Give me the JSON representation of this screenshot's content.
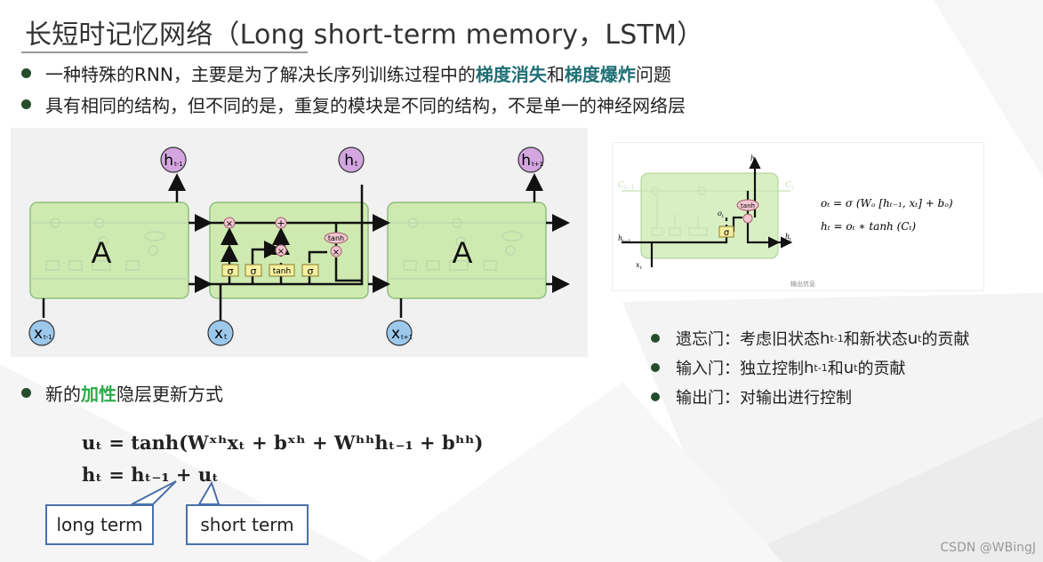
{
  "title": "长短时记忆网络（Long short-term memory，LSTM）",
  "bullets": {
    "b1": {
      "pre": "一种特殊的RNN，主要是为了解决长序列训练过程中的",
      "kw1": "梯度消失",
      "mid": "和",
      "kw2": "梯度爆炸",
      "post": "问题"
    },
    "b2": "具有相同的结构，但不同的是，重复的模块是不同的结构，不是单一的神经网络层",
    "b3": {
      "pre": "新的",
      "kw": "加性",
      "post": "隐层更新方式"
    }
  },
  "diagram_left": {
    "cell_label_left": "A",
    "cell_label_right": "A",
    "h_prev": "h",
    "h_prev_sub": "t-1",
    "h_cur": "h",
    "h_cur_sub": "t",
    "h_next": "h",
    "h_next_sub": "t+1",
    "x_prev": "x",
    "x_prev_sub": "t-1",
    "x_cur": "x",
    "x_cur_sub": "t",
    "x_next": "x",
    "x_next_sub": "t+1",
    "gate_sigma": "σ",
    "gate_tanh": "tanh",
    "op_mul": "×",
    "op_add": "+"
  },
  "diagram_right": {
    "c_prev": "C",
    "c_prev_sub": "t−1",
    "c_next": "C",
    "c_next_sub": "t",
    "h_top": "h",
    "h_top_sub": "t",
    "h_prev": "h",
    "h_prev_sub": "t−1",
    "h_out": "h",
    "h_out_sub": "t",
    "x_in": "x",
    "x_in_sub": "t",
    "o_label": "o",
    "o_label_sub": "t",
    "gate_sigma": "σ",
    "gate_tanh": "tanh",
    "eq1": "oₜ = σ (Wₒ [hₜ₋₁, xₜ] + bₒ)",
    "eq2": "hₜ = oₜ ∗ tanh (Cₜ)",
    "caption": "输出信息"
  },
  "gates": {
    "g1": {
      "pre": "遗忘门：考虑旧状态",
      "v1": "h",
      "v1sub": "t-1",
      "mid": "和新状态",
      "v2": "u",
      "v2sub": "t",
      "post": "的贡献"
    },
    "g2": {
      "pre": "输入门：独立控制",
      "v1": "h",
      "v1sub": "t-1",
      "mid": "和",
      "v2": "u",
      "v2sub": "t",
      "post": "的贡献"
    },
    "g3": "输出门：对输出进行控制"
  },
  "formulas": {
    "f1": "uₜ = tanh(Wˣʰxₜ + bˣʰ + Wʰʰhₜ₋₁ + bʰʰ)",
    "f2": "hₜ = hₜ₋₁ + uₜ"
  },
  "callouts": {
    "long": "long term",
    "short": "short term"
  },
  "watermark": "CSDN @WBingJ",
  "colors": {
    "cell_green": "#cfeab0",
    "cell_border": "#8ec07a",
    "h_node": "#d4a6e0",
    "x_node": "#9cc8ec",
    "gate_yellow": "#f6f0a0",
    "op_pink": "#f3c6cf",
    "callout_border": "#4a70a8",
    "keyword_teal": "#1f6f75",
    "keyword_green": "#2eaa4a"
  }
}
